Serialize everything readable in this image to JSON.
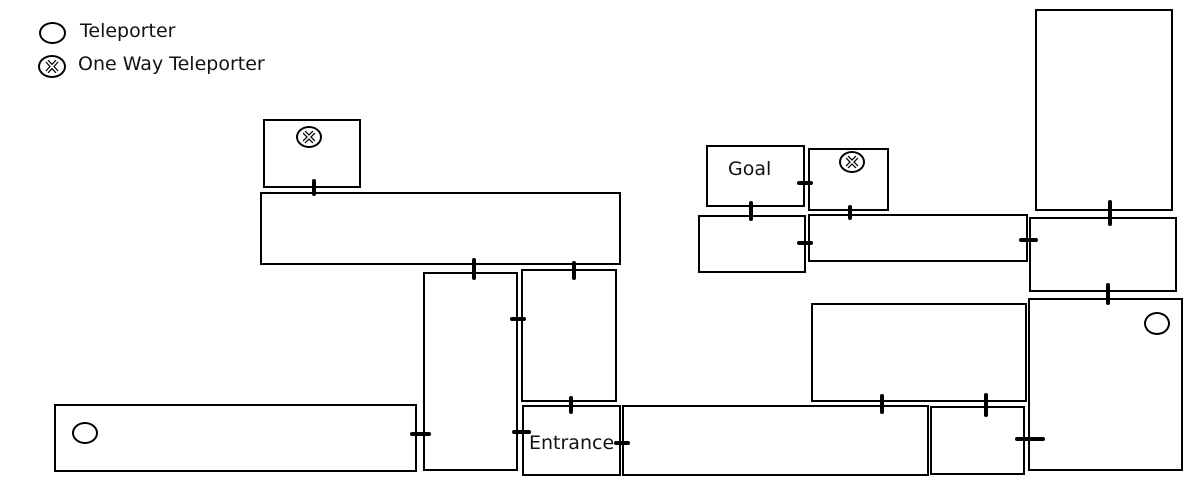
{
  "legend": {
    "teleporter": {
      "icon": "teleporter-icon",
      "label": "Teleporter"
    },
    "one_way_teleporter": {
      "icon": "one-way-teleporter-icon",
      "label": "One Way Teleporter"
    }
  },
  "rooms": {
    "goal": {
      "label": "Goal"
    },
    "entrance": {
      "label": "Entrance"
    }
  },
  "colors": {
    "stroke": "#000000",
    "background": "#ffffff"
  }
}
